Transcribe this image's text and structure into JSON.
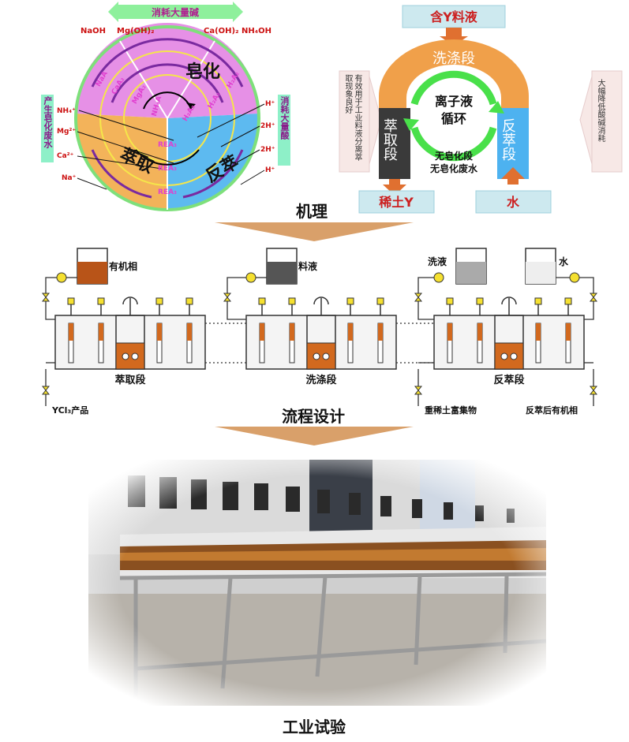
{
  "mechanism": {
    "consume_alkali": "消耗大量碱",
    "consume_acid": "消耗大量酸",
    "saponify_waste": "产生皂化废水",
    "ring_saponify": "皂化",
    "ring_extract": "萃取",
    "ring_strip": "反萃",
    "left_top": [
      "NaOH",
      "Mg(OH)₂",
      "Ca(OH)₂",
      "NH₄OH"
    ],
    "left_ions": [
      "NH₄⁺",
      "Mg²⁺",
      "Ca²⁺",
      "Na⁺"
    ],
    "right_ions": [
      "H⁺",
      "2H⁺",
      "2H⁺",
      "H⁺"
    ],
    "sector_labels": [
      "NaA",
      "CaA₂",
      "MgA₂",
      "NH₄A",
      "REA₃",
      "REA₃",
      "REA₃",
      "H₂A₂",
      "H₂A₂",
      "H₂A₂"
    ]
  },
  "cycle": {
    "feed": "含Y料液",
    "wash": "洗涤段",
    "center1": "离子液",
    "center2": "循环",
    "extract": "萃取段",
    "strip": "反萃段",
    "note1": "无皂化段",
    "note2": "无皂化废水",
    "left_note": "有效用于工业料液分离萃取现象良好",
    "right_note": "大幅降低酸碱消耗",
    "out_left": "稀土Y",
    "out_right": "水"
  },
  "label_mechanism": "机理",
  "process": {
    "organic": "有机相",
    "feed": "料液",
    "wash_liquid": "洗液",
    "water": "水",
    "stage_extract": "萃取段",
    "stage_wash": "洗涤段",
    "stage_strip": "反萃段",
    "out_ycl3": "YCl₃产品",
    "out_heavy": "重稀土富集物",
    "out_organic": "反萃后有机相"
  },
  "label_process": "流程设计",
  "label_trial": "工业试验",
  "colors": {
    "green": "#7ee07b",
    "orange": "#f0a04a",
    "blue": "#4db2f0",
    "pink": "#e67fe0",
    "arrow_tan": "#d9a06a"
  }
}
